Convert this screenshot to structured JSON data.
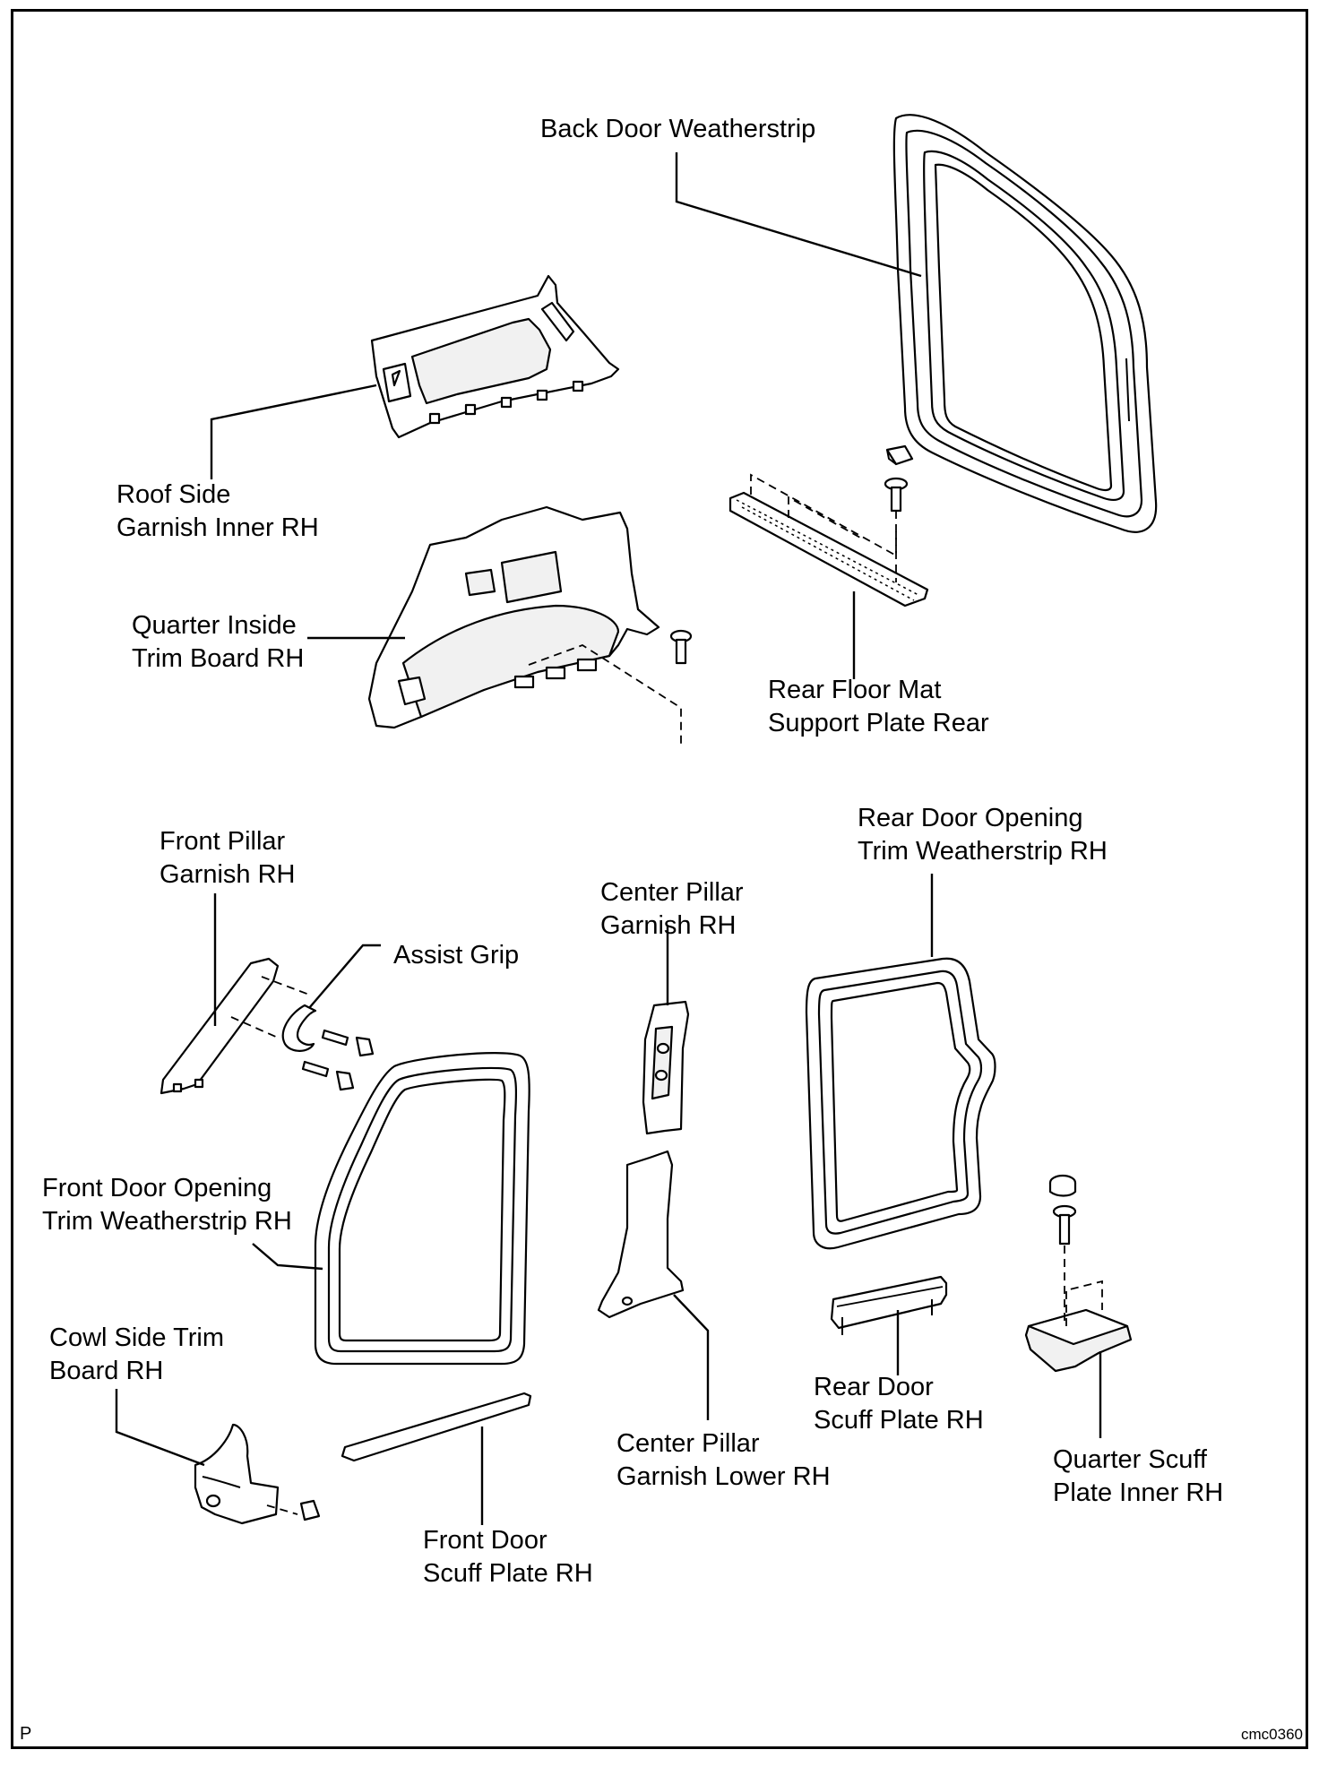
{
  "labels": {
    "back_door_weatherstrip": "Back Door Weatherstrip",
    "roof_side_garnish": [
      "Roof Side",
      "Garnish Inner RH"
    ],
    "quarter_inside_trim": [
      "Quarter Inside",
      "Trim Board RH"
    ],
    "rear_floor_mat": [
      "Rear Floor Mat",
      "Support Plate Rear"
    ],
    "front_pillar_garnish": [
      "Front Pillar",
      "Garnish RH"
    ],
    "assist_grip": "Assist Grip",
    "center_pillar_garnish": [
      "Center Pillar",
      "Garnish RH"
    ],
    "rear_door_opening_trim": [
      "Rear Door Opening",
      "Trim Weatherstrip RH"
    ],
    "front_door_opening_trim": [
      "Front Door Opening",
      "Trim Weatherstrip RH"
    ],
    "cowl_side_trim": [
      "Cowl Side Trim",
      "Board RH"
    ],
    "center_pillar_garnish_lower": [
      "Center Pillar",
      "Garnish Lower RH"
    ],
    "rear_door_scuff": [
      "Rear Door",
      "Scuff Plate RH"
    ],
    "quarter_scuff": [
      "Quarter Scuff",
      "Plate Inner RH"
    ],
    "front_door_scuff": [
      "Front Door",
      "Scuff Plate RH"
    ]
  },
  "footer": {
    "left_mark": "P",
    "figure_code": "cmc0360"
  }
}
